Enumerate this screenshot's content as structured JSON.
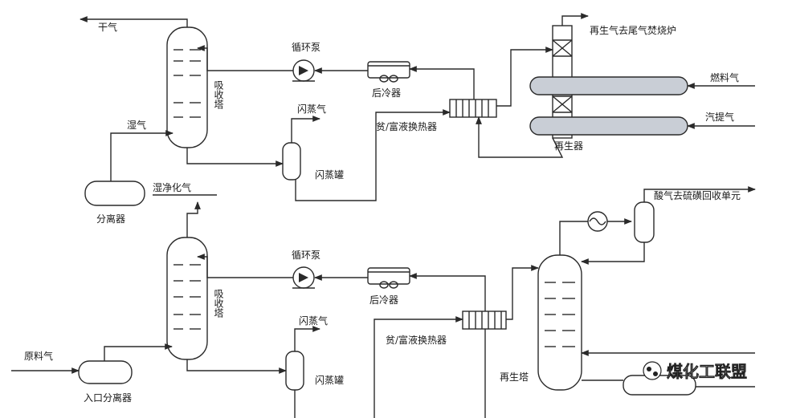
{
  "labels": {
    "dry_gas": "干气",
    "pump_top": "循环泵",
    "absorber_top": "吸收塔",
    "flash_gas_top": "闪蒸气",
    "wet_gas": "湿气",
    "cooler_top": "后冷器",
    "exchanger_top": "贫/富液换热器",
    "flash_tank_top": "闪蒸罐",
    "separator": "分离器",
    "wet_clean_gas": "湿净化气",
    "regen_out": "再生气去尾气焚烧炉",
    "fuel_gas": "燃料气",
    "stripping_gas": "汽提气",
    "regenerator": "再生器",
    "pump_bot": "循环泵",
    "absorber_bot": "吸收塔",
    "flash_gas_bot": "闪蒸气",
    "cooler_bot": "后冷器",
    "exchanger_bot": "贫/富液换热器",
    "feed_gas": "原料气",
    "flash_tank_bot": "闪蒸罐",
    "inlet_separator": "入口分离器",
    "acid_gas": "酸气去硫磺回收单元",
    "regen_tower": "再生塔",
    "watermark": "煤化工联盟"
  },
  "colors": {
    "line": "#2a2a2a",
    "regenerator_fill": "#c9ced6",
    "background": "#ffffff"
  }
}
